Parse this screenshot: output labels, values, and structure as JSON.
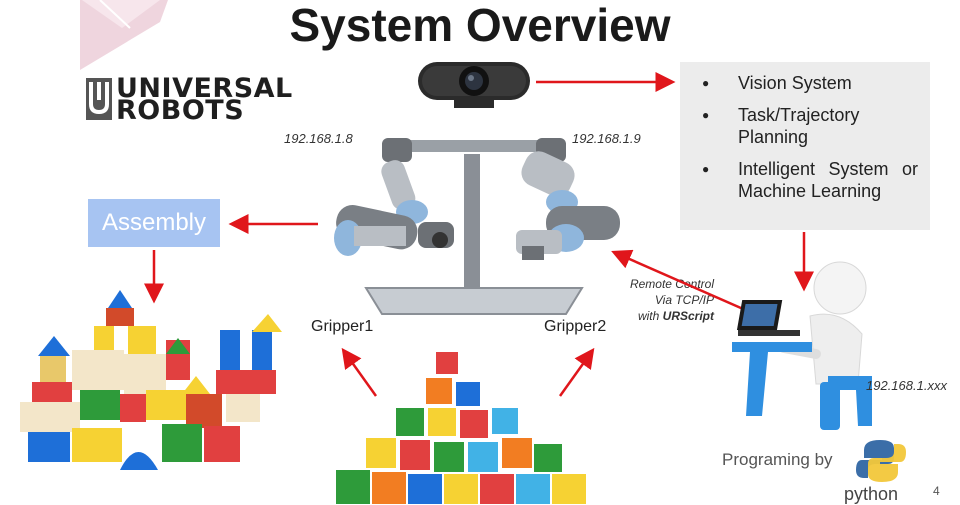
{
  "title": "System Overview",
  "logo": {
    "line1": "UNIVERSAL",
    "line2": "ROBOTS"
  },
  "ip_left": "192.168.1.8",
  "ip_right": "192.168.1.9",
  "ip_pc": "192.168.1.xxx",
  "assembly_label": "Assembly",
  "panel_items": [
    "Vision System",
    "Task/Trajectory Planning",
    "Intelligent System or Machine Learning"
  ],
  "gripper1": "Gripper1",
  "gripper2": "Gripper2",
  "remote": {
    "line1": "Remote Control",
    "line2": "Via TCP/IP",
    "line3_prefix": "with ",
    "line3_bold": "URScript"
  },
  "programming_label": "Programing by",
  "python_label": "python",
  "page_number": "4",
  "colors": {
    "arrow": "#e0161b",
    "assembly_box": "#a7c4f2",
    "panel_bg": "#ececec",
    "robot_blue": "#8fb6dc",
    "pink": "#efd5de"
  }
}
